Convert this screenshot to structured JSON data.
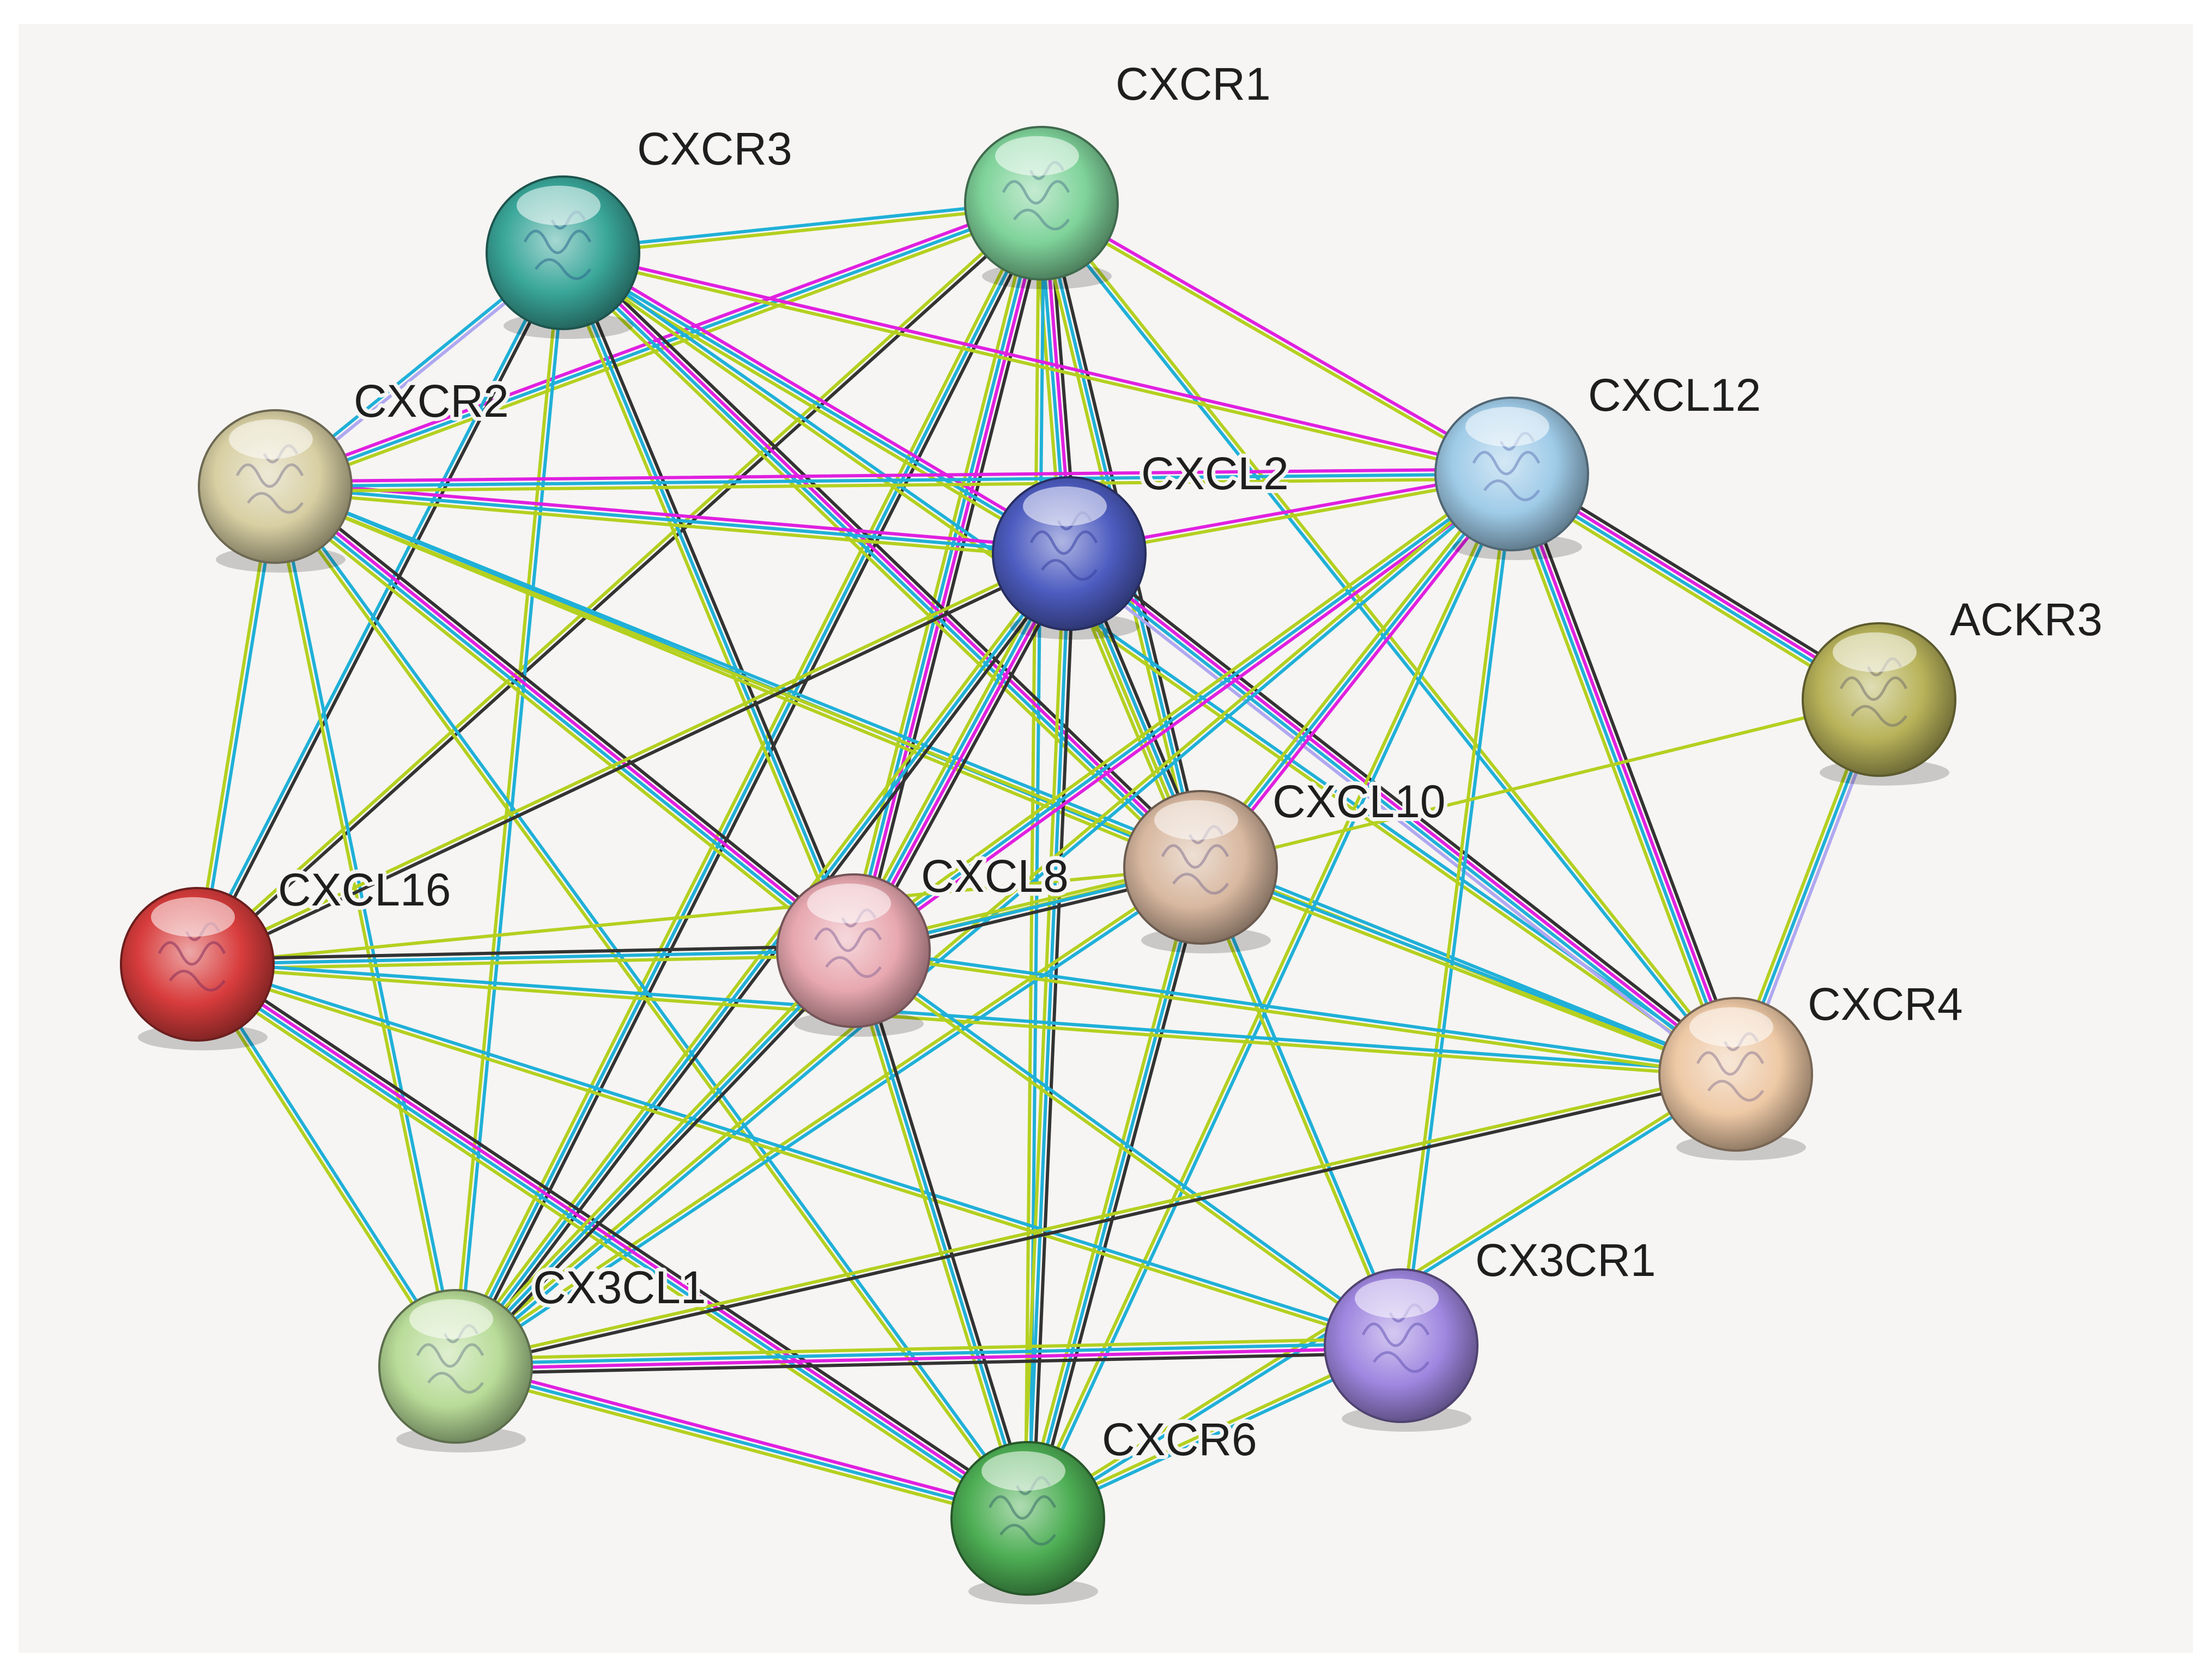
{
  "nodes": [
    {
      "id": "CXCR1",
      "label": "CXCR1",
      "color": "#7fd39a"
    },
    {
      "id": "CXCR3",
      "label": "CXCR3",
      "color": "#3aa79a"
    },
    {
      "id": "CXCR2",
      "label": "CXCR2",
      "color": "#d8cfa3"
    },
    {
      "id": "CXCL2",
      "label": "CXCL2",
      "color": "#4d5cc0"
    },
    {
      "id": "CXCL12",
      "label": "CXCL12",
      "color": "#9fcbe8"
    },
    {
      "id": "ACKR3",
      "label": "ACKR3",
      "color": "#b8b35a"
    },
    {
      "id": "CXCL10",
      "label": "CXCL10",
      "color": "#d8b8a0"
    },
    {
      "id": "CXCL16",
      "label": "CXCL16",
      "color": "#d83c3c"
    },
    {
      "id": "CXCL8",
      "label": "CXCL8",
      "color": "#e8a8b0"
    },
    {
      "id": "CXCR4",
      "label": "CXCR4",
      "color": "#eec9a6"
    },
    {
      "id": "CX3CR1",
      "label": "CX3CR1",
      "color": "#9f86e0"
    },
    {
      "id": "CX3CL1",
      "label": "CX3CL1",
      "color": "#b8dc98"
    },
    {
      "id": "CXCR6",
      "label": "CXCR6",
      "color": "#4dae54"
    }
  ],
  "edge_colors": {
    "black": "#333333",
    "magenta": "#e020e0",
    "cyan": "#20b0d8",
    "lime": "#b4d020",
    "lavender": "#b0a8f0"
  },
  "edges": [
    [
      "CXCR1",
      "CXCR2",
      [
        "lime",
        "cyan",
        "magenta"
      ]
    ],
    [
      "CXCR1",
      "CXCR3",
      [
        "lime",
        "cyan"
      ]
    ],
    [
      "CXCR1",
      "CXCL2",
      [
        "black",
        "magenta",
        "cyan",
        "lime"
      ]
    ],
    [
      "CXCR1",
      "CXCL12",
      [
        "magenta",
        "lime"
      ]
    ],
    [
      "CXCR1",
      "CXCL8",
      [
        "black",
        "magenta",
        "cyan",
        "lime"
      ]
    ],
    [
      "CXCR1",
      "CXCL10",
      [
        "black",
        "cyan",
        "lime"
      ]
    ],
    [
      "CXCR1",
      "CXCR4",
      [
        "lime",
        "cyan"
      ]
    ],
    [
      "CXCR1",
      "CXCL16",
      [
        "black",
        "lime"
      ]
    ],
    [
      "CXCR1",
      "CX3CL1",
      [
        "black",
        "cyan",
        "lime"
      ]
    ],
    [
      "CXCR1",
      "CXCR6",
      [
        "cyan",
        "lime"
      ]
    ],
    [
      "CXCR3",
      "CXCR2",
      [
        "lavender",
        "cyan"
      ]
    ],
    [
      "CXCR3",
      "CXCL2",
      [
        "magenta",
        "cyan",
        "lime"
      ]
    ],
    [
      "CXCR3",
      "CXCL12",
      [
        "magenta",
        "lime"
      ]
    ],
    [
      "CXCR3",
      "CXCL10",
      [
        "black",
        "magenta",
        "cyan",
        "lime"
      ]
    ],
    [
      "CXCR3",
      "CXCL8",
      [
        "black",
        "cyan",
        "lime"
      ]
    ],
    [
      "CXCR3",
      "CXCL16",
      [
        "black",
        "cyan"
      ]
    ],
    [
      "CXCR3",
      "CX3CL1",
      [
        "cyan",
        "lime"
      ]
    ],
    [
      "CXCR3",
      "CXCR4",
      [
        "cyan",
        "lime"
      ]
    ],
    [
      "CXCR2",
      "CXCL2",
      [
        "magenta",
        "cyan",
        "lime"
      ]
    ],
    [
      "CXCR2",
      "CXCL12",
      [
        "magenta",
        "cyan",
        "lime"
      ]
    ],
    [
      "CXCR2",
      "CXCL8",
      [
        "black",
        "magenta",
        "cyan",
        "lime"
      ]
    ],
    [
      "CXCR2",
      "CXCL10",
      [
        "cyan",
        "lime"
      ]
    ],
    [
      "CXCR2",
      "CXCL16",
      [
        "cyan",
        "lime"
      ]
    ],
    [
      "CXCR2",
      "CX3CL1",
      [
        "cyan",
        "lime"
      ]
    ],
    [
      "CXCR2",
      "CXCR4",
      [
        "cyan",
        "lime"
      ]
    ],
    [
      "CXCR2",
      "CXCR6",
      [
        "cyan",
        "lime"
      ]
    ],
    [
      "CXCL2",
      "CXCL12",
      [
        "magenta",
        "lime"
      ]
    ],
    [
      "CXCL2",
      "CXCL10",
      [
        "black",
        "magenta",
        "cyan",
        "lime"
      ]
    ],
    [
      "CXCL2",
      "CXCL8",
      [
        "black",
        "magenta",
        "cyan",
        "lime"
      ]
    ],
    [
      "CXCL2",
      "CXCR4",
      [
        "black",
        "magenta",
        "cyan",
        "lavender"
      ]
    ],
    [
      "CXCL2",
      "CXCL16",
      [
        "black",
        "lime"
      ]
    ],
    [
      "CXCL2",
      "CX3CL1",
      [
        "black",
        "cyan",
        "lime"
      ]
    ],
    [
      "CXCL2",
      "CXCR6",
      [
        "black",
        "cyan",
        "lime"
      ]
    ],
    [
      "CXCL2",
      "CX3CR1",
      [
        "cyan",
        "lime"
      ]
    ],
    [
      "CXCL12",
      "ACKR3",
      [
        "black",
        "magenta",
        "cyan",
        "lime"
      ]
    ],
    [
      "CXCL12",
      "CXCR4",
      [
        "black",
        "magenta",
        "cyan",
        "lime"
      ]
    ],
    [
      "CXCL12",
      "CXCL10",
      [
        "magenta",
        "cyan",
        "lime"
      ]
    ],
    [
      "CXCL12",
      "CXCL8",
      [
        "magenta",
        "cyan",
        "lime"
      ]
    ],
    [
      "CXCL12",
      "CX3CR1",
      [
        "cyan",
        "lime"
      ]
    ],
    [
      "CXCL12",
      "CX3CL1",
      [
        "cyan",
        "lime"
      ]
    ],
    [
      "CXCL12",
      "CXCR6",
      [
        "cyan",
        "lime"
      ]
    ],
    [
      "ACKR3",
      "CXCR4",
      [
        "lavender",
        "cyan",
        "lime"
      ]
    ],
    [
      "ACKR3",
      "CXCL8",
      [
        "lime"
      ]
    ],
    [
      "CXCL10",
      "CXCL8",
      [
        "black",
        "cyan",
        "lime"
      ]
    ],
    [
      "CXCL10",
      "CXCL16",
      [
        "lime"
      ]
    ],
    [
      "CXCL10",
      "CXCR4",
      [
        "cyan",
        "lime"
      ]
    ],
    [
      "CXCL10",
      "CX3CR1",
      [
        "cyan",
        "lime"
      ]
    ],
    [
      "CXCL10",
      "CX3CL1",
      [
        "cyan",
        "lime"
      ]
    ],
    [
      "CXCL10",
      "CXCR6",
      [
        "black",
        "cyan",
        "lime"
      ]
    ],
    [
      "CXCL16",
      "CXCL8",
      [
        "black",
        "cyan",
        "lime"
      ]
    ],
    [
      "CXCL16",
      "CXCR4",
      [
        "cyan",
        "lime"
      ]
    ],
    [
      "CXCL16",
      "CX3CR1",
      [
        "cyan",
        "lime"
      ]
    ],
    [
      "CXCL16",
      "CX3CL1",
      [
        "cyan",
        "lime"
      ]
    ],
    [
      "CXCL16",
      "CXCR6",
      [
        "black",
        "magenta",
        "cyan",
        "lime"
      ]
    ],
    [
      "CXCL8",
      "CXCR4",
      [
        "cyan",
        "lime"
      ]
    ],
    [
      "CXCL8",
      "CX3CR1",
      [
        "cyan",
        "lime"
      ]
    ],
    [
      "CXCL8",
      "CX3CL1",
      [
        "black",
        "cyan",
        "lime"
      ]
    ],
    [
      "CXCL8",
      "CXCR6",
      [
        "black",
        "cyan",
        "lime"
      ]
    ],
    [
      "CXCR4",
      "CX3CL1",
      [
        "black",
        "lime"
      ]
    ],
    [
      "CXCR4",
      "CXCR6",
      [
        "cyan",
        "lime"
      ]
    ],
    [
      "CX3CR1",
      "CX3CL1",
      [
        "black",
        "magenta",
        "cyan",
        "lime"
      ]
    ],
    [
      "CX3CR1",
      "CXCR6",
      [
        "cyan",
        "lime"
      ]
    ],
    [
      "CX3CL1",
      "CXCR6",
      [
        "magenta",
        "cyan",
        "lime"
      ]
    ]
  ]
}
